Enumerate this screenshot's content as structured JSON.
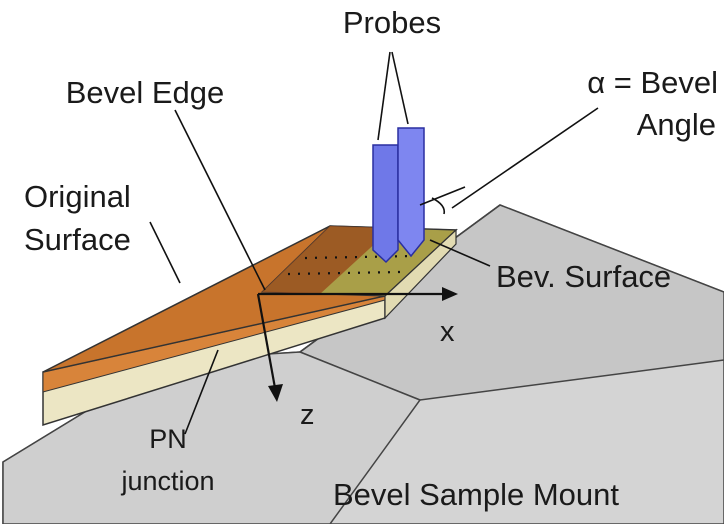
{
  "labels": {
    "probes": "Probes",
    "bevel_edge": "Bevel Edge",
    "bevel_angle_line1": "α = Bevel",
    "bevel_angle_line2": "Angle",
    "original_line1": "Original",
    "original_line2": "Surface",
    "bev_surface": "Bev. Surface",
    "x_axis": "x",
    "z_axis": "z",
    "pn_line1": "PN",
    "pn_line2": "junction",
    "mount": "Bevel Sample Mount"
  },
  "colors": {
    "background": "#ffffff",
    "mount_top": "#c9c9c9",
    "mount_side": "#b9b9b9",
    "mount_front": "#d2d2d2",
    "top_layer": "#c8742c",
    "top_layer_side": "#d8843a",
    "substrate": "#ece6c4",
    "bevel_dark": "#9a4f1e",
    "bevel_light": "#a8a24a",
    "probe": "#6f78e8",
    "outline": "#1a1a1a"
  }
}
